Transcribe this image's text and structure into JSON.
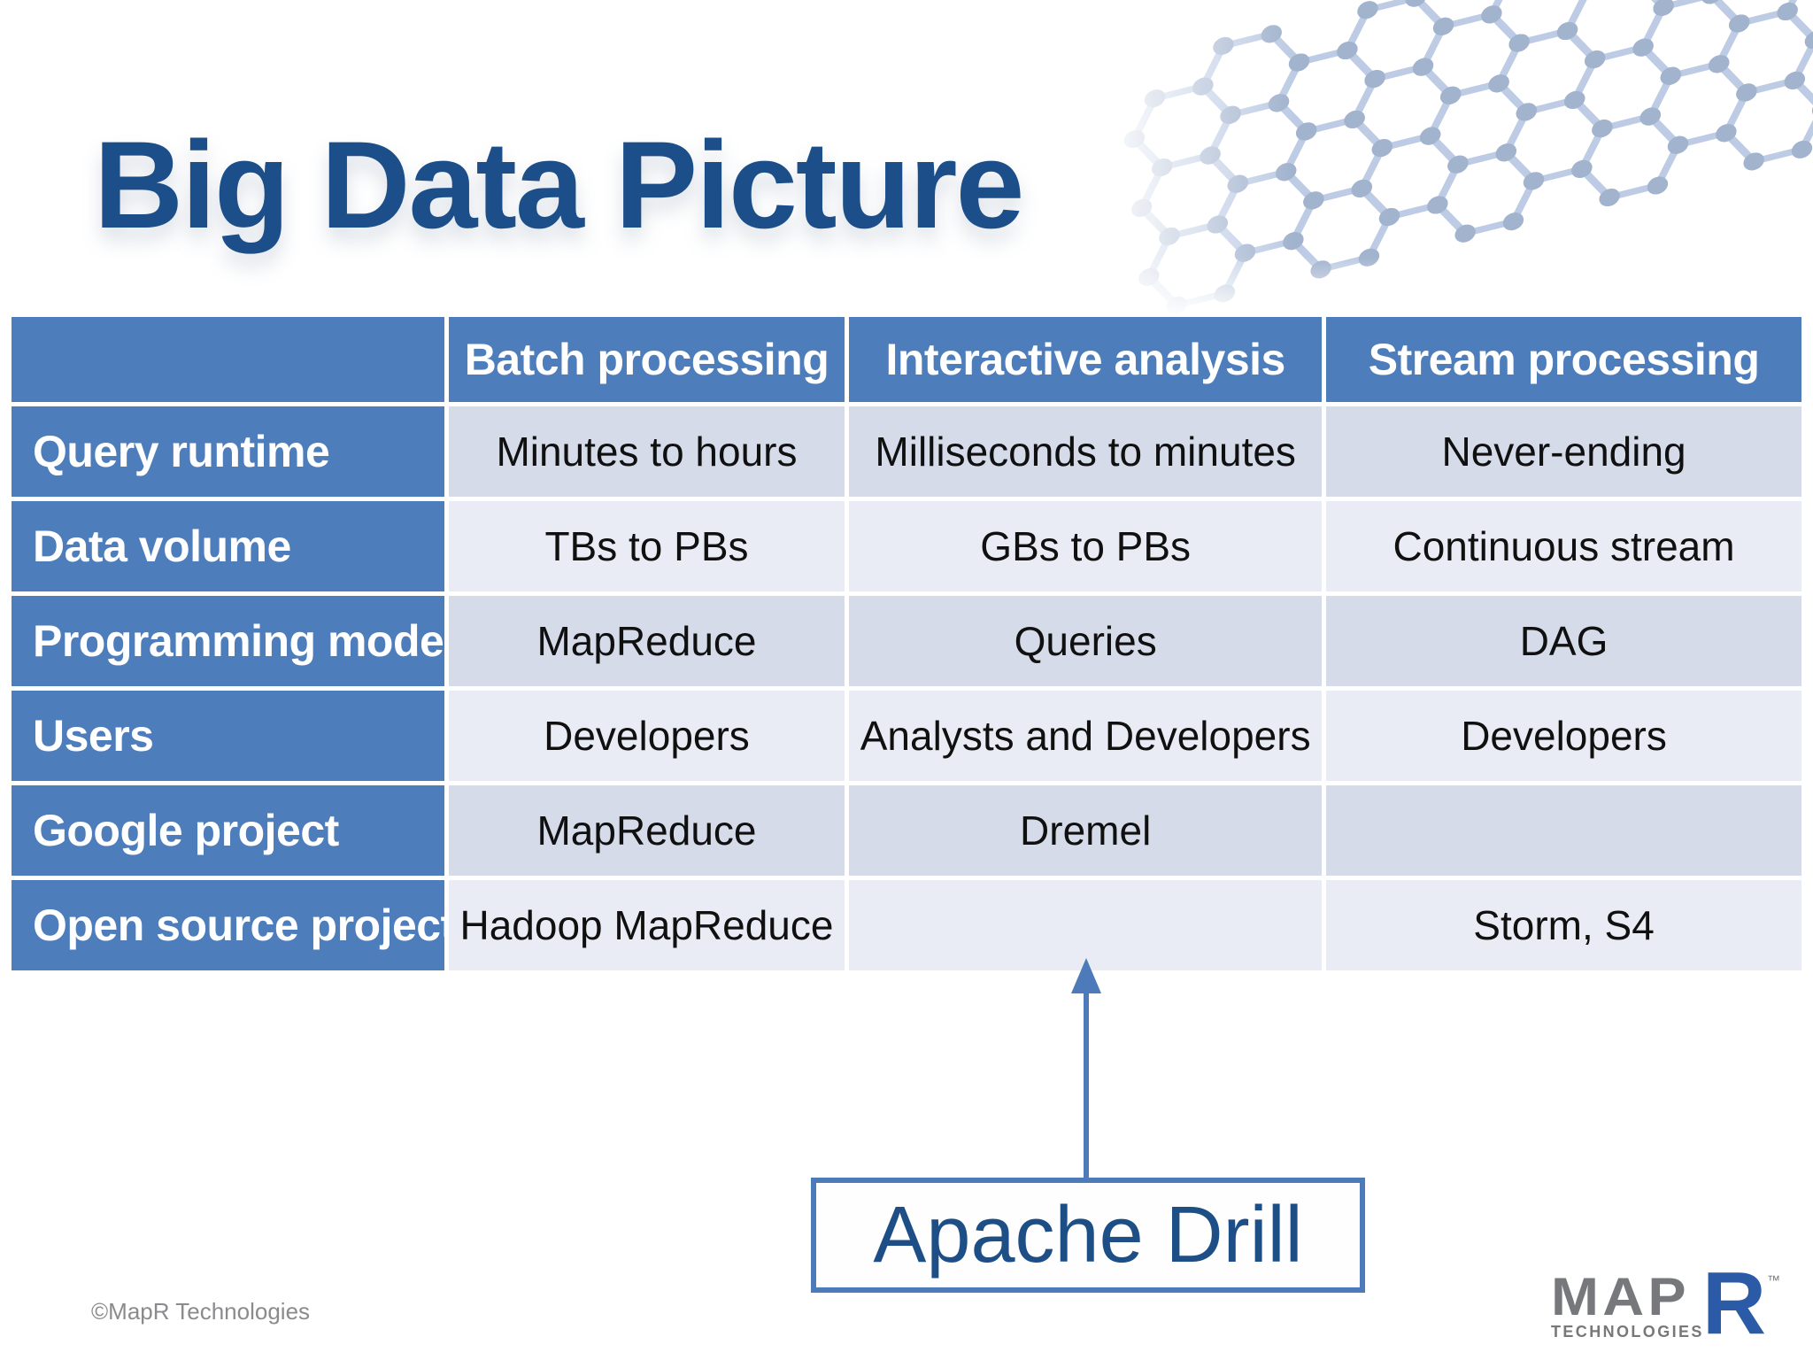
{
  "slide": {
    "title": "Big Data Picture",
    "copyright": "©MapR Technologies"
  },
  "table": {
    "columns": [
      "",
      "Batch processing",
      "Interactive analysis",
      "Stream processing"
    ],
    "rows": [
      {
        "label": "Query runtime",
        "cells": [
          "Minutes to hours",
          "Milliseconds to minutes",
          "Never-ending"
        ]
      },
      {
        "label": "Data volume",
        "cells": [
          "TBs to PBs",
          "GBs to PBs",
          "Continuous stream"
        ]
      },
      {
        "label": "Programming model",
        "cells": [
          "MapReduce",
          "Queries",
          "DAG"
        ]
      },
      {
        "label": "Users",
        "cells": [
          "Developers",
          "Analysts and Developers",
          "Developers"
        ]
      },
      {
        "label": "Google project",
        "cells": [
          "MapReduce",
          "Dremel",
          ""
        ]
      },
      {
        "label": "Open source project",
        "cells": [
          "Hadoop MapReduce",
          "",
          "Storm, S4"
        ]
      }
    ]
  },
  "callout": {
    "label": "Apache Drill"
  },
  "logo": {
    "map": "MAP",
    "r": "R",
    "tm": "™",
    "technologies": "TECHNOLOGIES"
  },
  "icons": {
    "molecule": "molecule-lattice-graphic",
    "arrow": "up-arrow-connector"
  },
  "colors": {
    "header_blue": "#4d7dbb",
    "band_dark": "#d5dbe9",
    "band_light": "#e9ecf4",
    "title_navy": "#1c4e8a",
    "arrow_blue": "#4d7ab8",
    "callout_text": "#1d4e85",
    "logo_gray": "#77787c",
    "logo_blue": "#2b5aa7",
    "copyright_gray": "#8b8b8e"
  }
}
